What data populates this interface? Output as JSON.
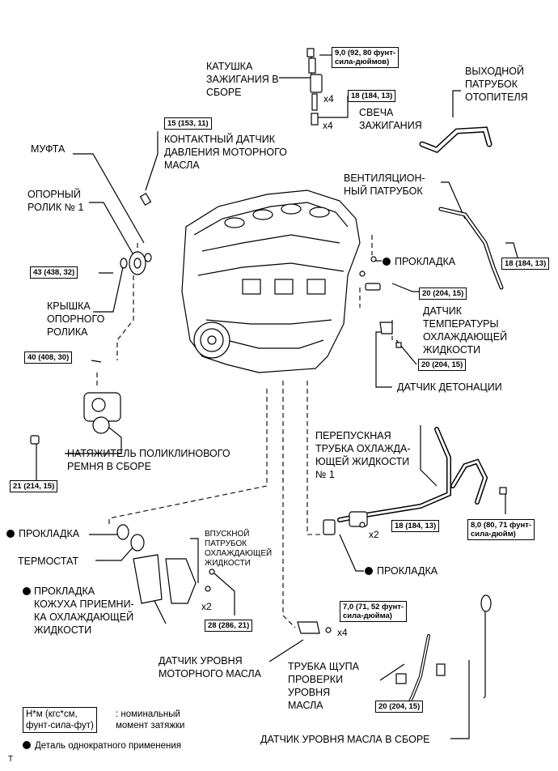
{
  "labels": {
    "ignition_coil": "КАТУШКА\nЗАЖИГАНИЯ В\nСБОРЕ",
    "spark_plug": "СВЕЧА\nЗАЖИГАНИЯ",
    "heater_outlet": "ВЫХОДНОЙ\nПАТРУБОК\nОТОПИТЕЛЯ",
    "coupling": "МУФТА",
    "oil_pressure_switch": "КОНТАКТНЫЙ ДАТЧИК\nДАВЛЕНИЯ МОТОРНОГО\nМАСЛА",
    "idler_pulley": "ОПОРНЫЙ\nРОЛИК № 1",
    "ventilation_pipe": "ВЕНТИЛЯЦИОН-\nНЫЙ ПАТРУБОК",
    "gasket_1": "ПРОКЛАДКА",
    "idler_cover": "КРЫШКА\nОПОРНОГО\nРОЛИКА",
    "coolant_temp_sensor": "ДАТЧИК\nТЕМПЕРАТУРЫ\nОХЛАЖДАЮЩЕЙ\nЖИДКОСТИ",
    "knock_sensor": "ДАТЧИК ДЕТОНАЦИИ",
    "belt_tensioner": "НАТЯЖИТЕЛЬ ПОЛИКЛИНОВОГО\nРЕМНЯ В СБОРЕ",
    "bypass_pipe": "ПЕРЕПУСКНАЯ\nТРУБКА ОХЛАЖДА-\nЮЩЕЙ ЖИДКОСТИ\n№ 1",
    "gasket_2": "ПРОКЛАДКА",
    "thermostat": "ТЕРМОСТАТ",
    "water_inlet": "ВПУСКНОЙ\nПАТРУБОК\nОХЛАЖДАЮЩЕЙ\nЖИДКОСТИ",
    "gasket_3": "ПРОКЛАДКА",
    "inlet_housing_gasket": "ПРОКЛАДКА\nКОЖУХА ПРИЕМНИ-\nКА ОХЛАЖДАЮЩЕЙ\nЖИДКОСТИ",
    "oil_level_sensor": "ДАТЧИК УРОВНЯ\nМОТОРНОГО МАСЛА",
    "dipstick_tube": "ТРУБКА ЩУПА\nПРОВЕРКИ\nУРОВНЯ\nМАСЛА",
    "dipstick_assy": "ДАТЧИК УРОВНЯ МАСЛА В СБОРЕ"
  },
  "torques": {
    "coil": "9,0 (92, 80 фунт-\nсила-дюймов)",
    "plug": "18 (184, 13)",
    "oil_switch": "15 (153, 11)",
    "vent": "18 (184, 13)",
    "idler": "43 (438, 32)",
    "coolant_sensor": "20 (204, 15)",
    "knock": "20 (204, 15)",
    "tensioner_top": "40 (408, 30)",
    "tensioner_bottom": "21 (214, 15)",
    "bypass_bolt": "18 (184, 13)",
    "bypass_nut": "8,0 (80, 71 фунт-\nсила-дюйм)",
    "inlet": "28 (286, 21)",
    "oil_level": "7,0 (71, 52 фунт-\nсила-дюйма)",
    "dipstick": "20 (204, 15)"
  },
  "quantities": {
    "coil": "x4",
    "plug": "x4",
    "bypass": "x2",
    "inlet": "x2",
    "oil_level": "x4"
  },
  "legend": {
    "units_box": "Н*м (кгс*см,\nфунт-сила-фут)",
    "units_text": ": номинальный\nмомент затяжки",
    "single_use": "Деталь однократного применения"
  },
  "corner_mark": "T"
}
